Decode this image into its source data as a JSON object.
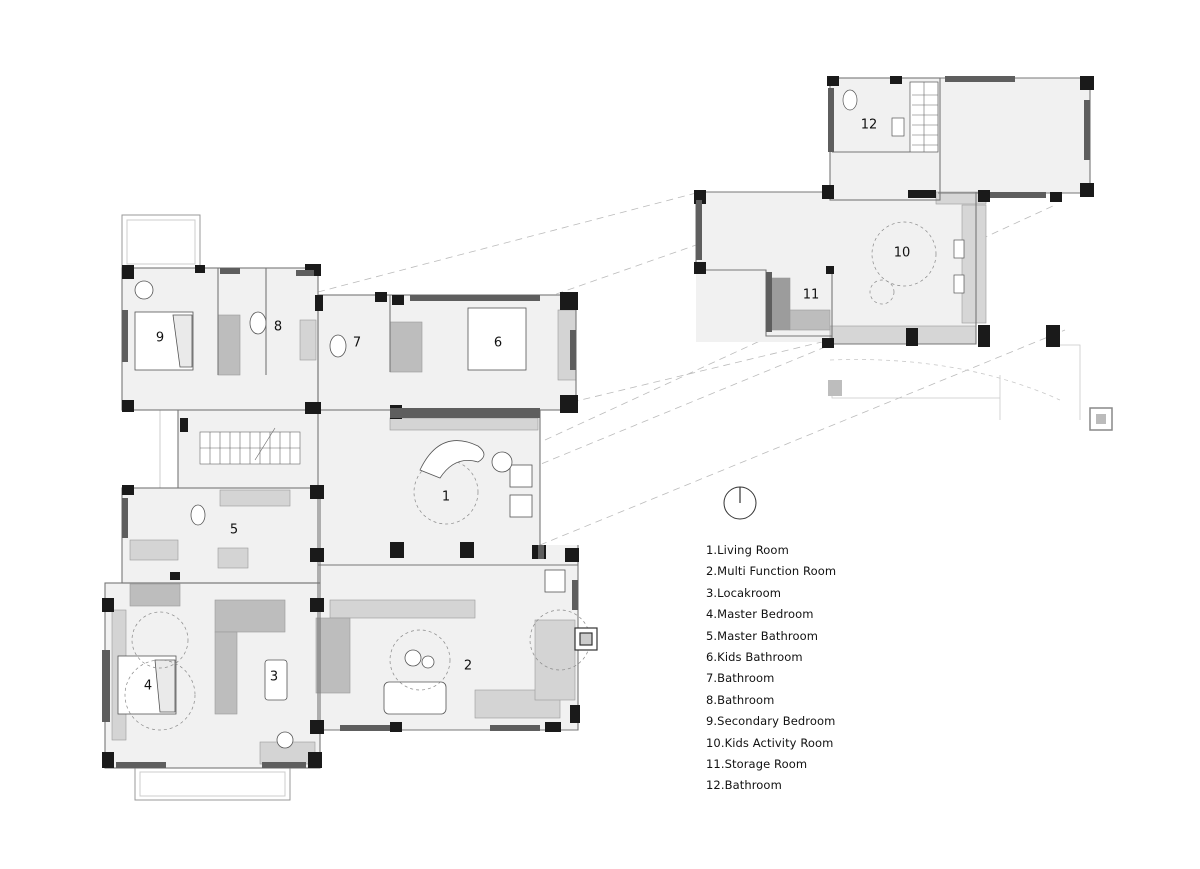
{
  "plan": {
    "rooms": [
      {
        "num": "1"
      },
      {
        "num": "2"
      },
      {
        "num": "3"
      },
      {
        "num": "4"
      },
      {
        "num": "5"
      },
      {
        "num": "6"
      },
      {
        "num": "7"
      },
      {
        "num": "8"
      },
      {
        "num": "9"
      },
      {
        "num": "10"
      },
      {
        "num": "11"
      },
      {
        "num": "12"
      }
    ]
  },
  "legend": {
    "items": [
      "1.Living Room",
      "2.Multi Function Room",
      "3.Locakroom",
      "4.Master Bedroom",
      "5.Master Bathroom",
      "6.Kids Bathroom",
      "7.Bathroom",
      "8.Bathroom",
      "9.Secondary Bedroom",
      "10.Kids Activity Room",
      "11.Storage Room",
      "12.Bathroom"
    ]
  },
  "colors": {
    "wall": "#1a1a1a",
    "wall_secondary": "#5e5e5e",
    "floor": "#f1f1f1",
    "furniture": "#d6d6d6",
    "line": "#555555"
  }
}
